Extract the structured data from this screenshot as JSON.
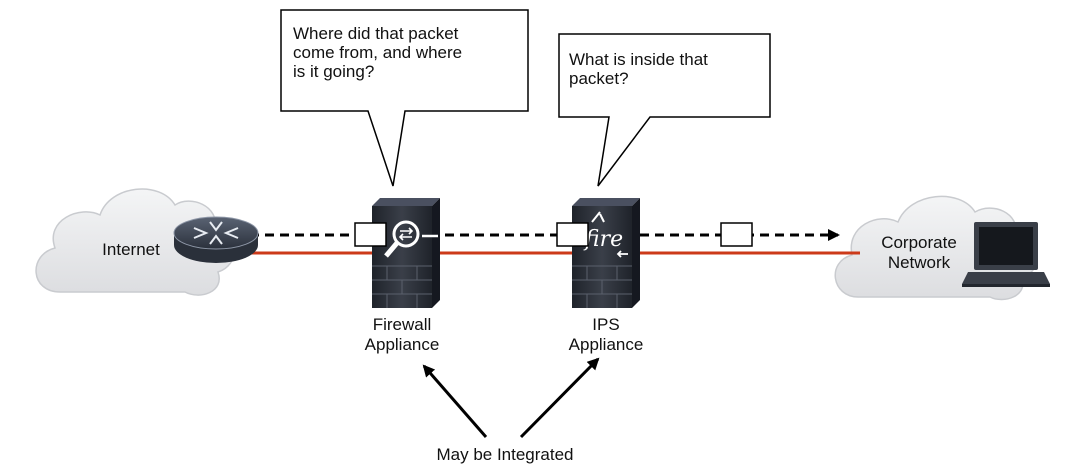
{
  "callouts": {
    "firewall_question": "Where did that packet\ncome from, and where\nis it going?",
    "ips_question": "What is inside that\npacket?"
  },
  "nodes": {
    "internet_label": "Internet",
    "corporate_label": "Corporate\nNetwork",
    "firewall_label": "Firewall\nAppliance",
    "ips_label": "IPS\nAppliance",
    "ips_logo_text": "fire"
  },
  "annotation": {
    "integrated_label": "May be Integrated"
  },
  "colors": {
    "link_line": "#cc3a1a",
    "packet_flow": "#000000",
    "cloud_fill": "#e9eaec",
    "appliance_dark": "#2a2e36",
    "router_fill": "#3a4250"
  },
  "icons": [
    "cloud-icon",
    "router-icon",
    "firewall-icon",
    "ips-icon",
    "laptop-icon",
    "packet-icon",
    "arrow-icon"
  ]
}
